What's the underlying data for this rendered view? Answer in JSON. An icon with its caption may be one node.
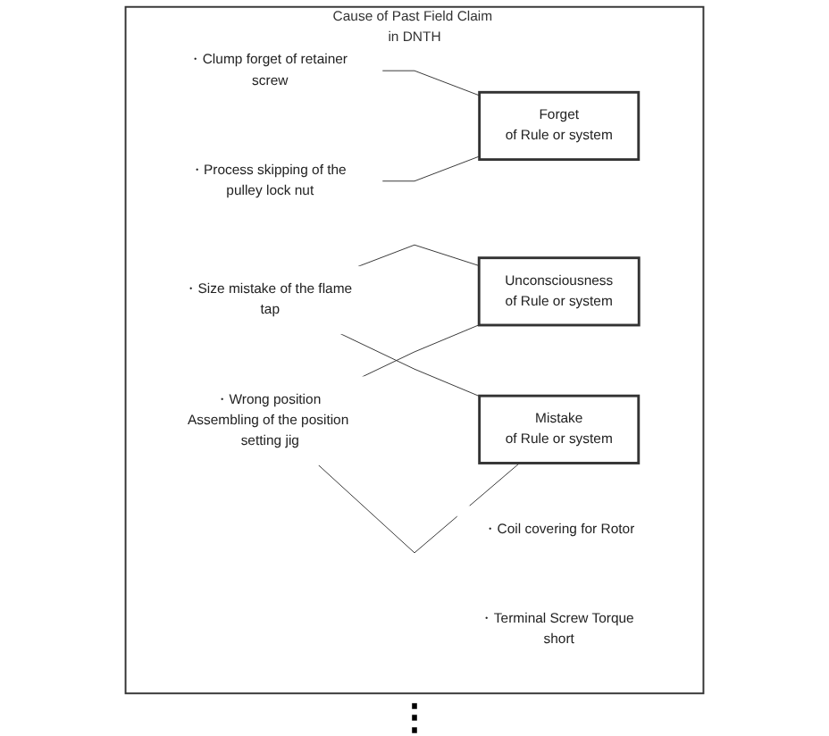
{
  "diagram": {
    "nodes": [
      {
        "text": [
          "Cause of Past Field Claim in DNTH"
        ]
      },
      {
        "text": [
          "・Clump forget of retainer screw"
        ],
        "in": 0
      },
      {
        "text": [
          "・Process skipping of the pulley lock nut"
        ],
        "in": 0
      },
      {
        "text": [
          "・Size mistake of the flame tap"
        ],
        "in": 0
      },
      {
        "text": [
          "・Coil covering for Rotor"
        ],
        "in": 0
      },
      {
        "text": [
          "・Wrong position Assembling of the position setting jig"
        ],
        "in": 0
      },
      {
        "text": [
          "・Terminal Screw Torque short"
        ],
        "in": 0
      },
      {
        "text": [
          "Unconsciousness",
          "of Rule or system"
        ],
        "in": 0
      },
      {
        "text": [
          "Forget",
          "of Rule or system"
        ],
        "in": 0
      },
      {
        "text": [
          "Mistake",
          "of Rule or system"
        ],
        "in": 0
      }
    ],
    "edges": [
      {
        "from": 1,
        "to": 8,
        "arrow": "none"
      },
      {
        "from": 2,
        "to": 8,
        "arrow": "none"
      },
      {
        "from": 3,
        "to": 7,
        "arrow": "none"
      },
      {
        "from": 5,
        "to": 7,
        "arrow": "none"
      },
      {
        "from": 3,
        "to": 9,
        "arrow": "none"
      },
      {
        "from": 5,
        "to": 9,
        "arrow": "none"
      }
    ],
    "labels": [
      "⋮"
    ]
  }
}
